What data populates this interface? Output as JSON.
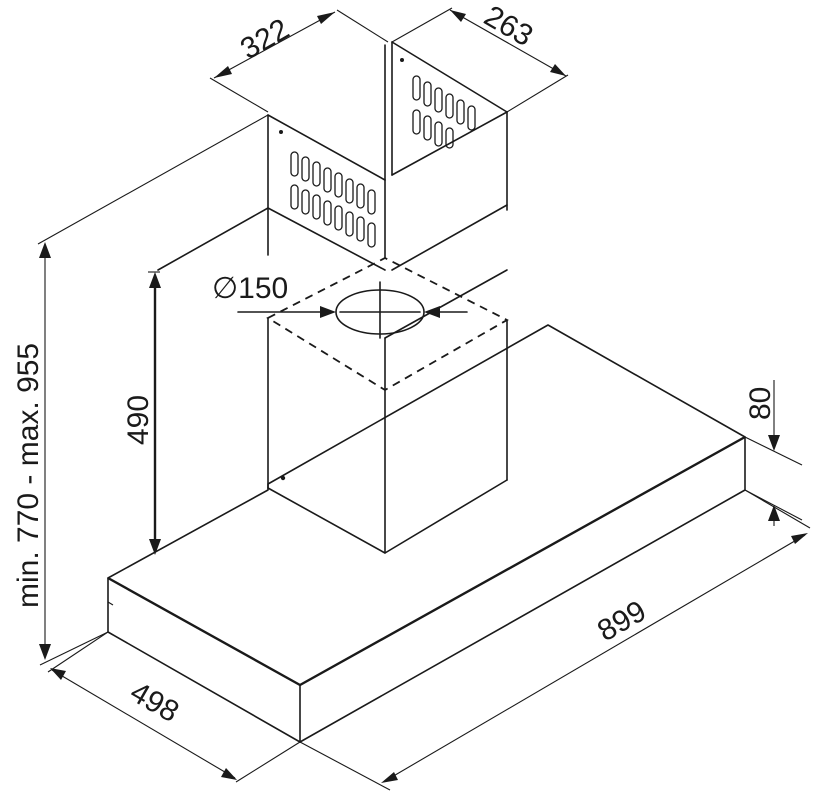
{
  "dimensions": {
    "chimney_width": "322",
    "chimney_depth": "263",
    "duct_diameter": "∅150",
    "chimney_height": "490",
    "total_height": "min. 770 - max. 955",
    "canopy_height": "80",
    "canopy_width": "899",
    "canopy_depth": "498"
  }
}
